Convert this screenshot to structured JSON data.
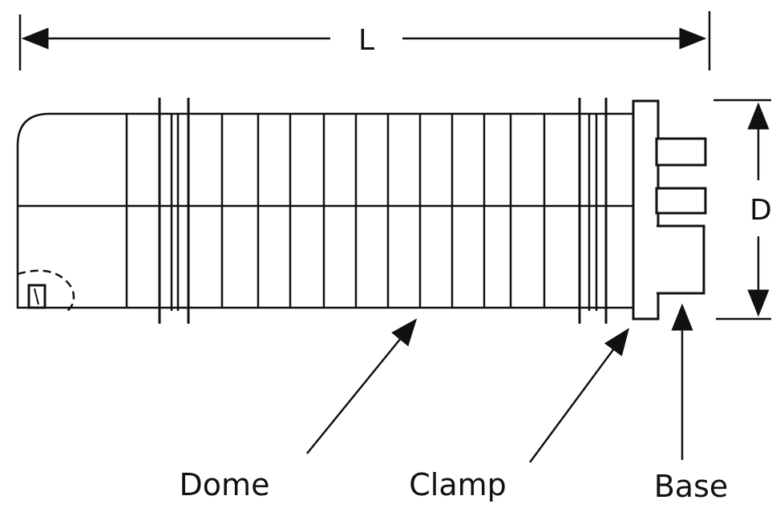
{
  "dimensions": {
    "length_label": "L",
    "diameter_label": "D"
  },
  "parts": {
    "dome_label": "Dome",
    "clamp_label": "Clamp",
    "base_label": "Base"
  },
  "colors": {
    "line": "#111111",
    "background": "#ffffff"
  }
}
